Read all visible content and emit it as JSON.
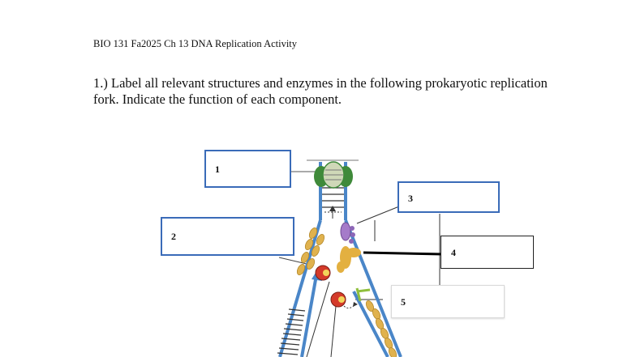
{
  "document": {
    "header": "BIO 131 Fa2025 Ch 13 DNA Replication Activity",
    "question": "1.) Label all relevant structures and enzymes in the following prokaryotic replication fork. Indicate the function of each component."
  },
  "label_boxes": [
    {
      "id": "box1",
      "number": "1"
    },
    {
      "id": "box2",
      "number": "2"
    },
    {
      "id": "box3",
      "number": "3"
    },
    {
      "id": "box4",
      "number": "4"
    },
    {
      "id": "box5",
      "number": "5"
    }
  ],
  "colors": {
    "strand": "#4a86c8",
    "label_box_border": "#3a6bb8",
    "topoisomerase": "#3f8a3a",
    "ssb_protein": "#e0b24e",
    "helicase": "#e3b040",
    "primase": "#a57bc9",
    "primer": "#8fbf3c",
    "polymerase_red": "#d43a2a"
  }
}
